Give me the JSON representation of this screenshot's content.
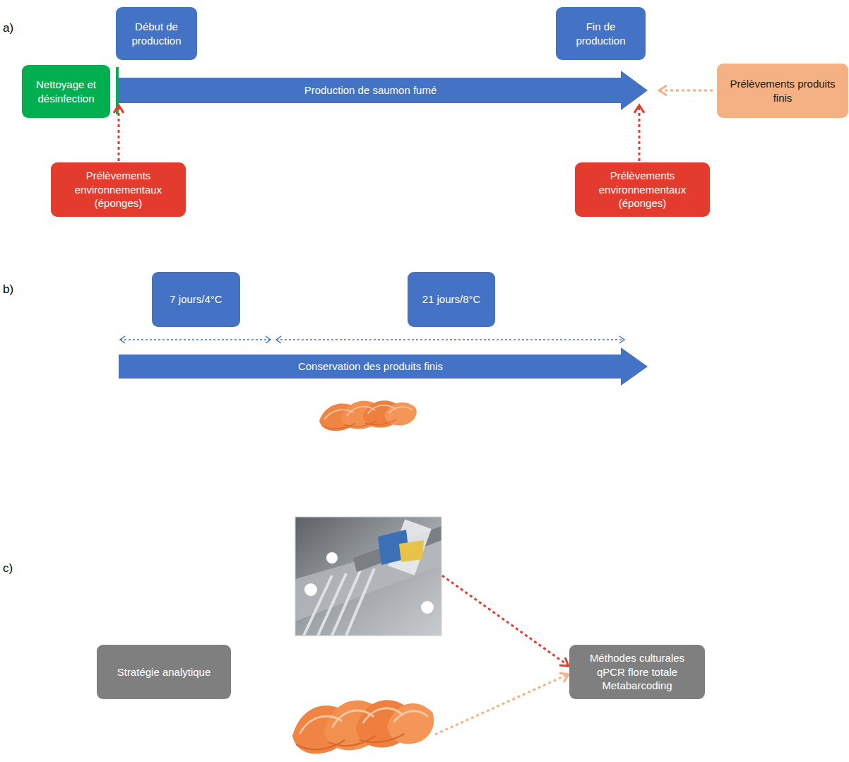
{
  "diagram": {
    "nodes": [
      {
        "text": [
          "Début de production"
        ]
      },
      {
        "text": [
          "Fin de production"
        ]
      },
      {
        "text": [
          "Nettoyage et désinfection"
        ]
      },
      {
        "text": [
          "Production de saumon fumé"
        ]
      },
      {
        "text": [
          "Prélèvements produits finis"
        ]
      },
      {
        "text": [
          "Prélèvements environnementaux (éponges)"
        ]
      },
      {
        "text": [
          "Prélèvements environnementaux (éponges)"
        ]
      },
      {
        "text": [
          "7 jours/4°C"
        ]
      },
      {
        "text": [
          "21 jours/8°C"
        ]
      },
      {
        "text": [
          "Conservation des produits finis"
        ]
      },
      {
        "text": [
          "Stratégie analytique"
        ]
      },
      {
        "text": [
          "Méthodes culturales qPCR flore totale Metabarcoding"
        ]
      }
    ],
    "edges": [
      {
        "from": 5,
        "to": 3,
        "arrow": "to"
      },
      {
        "from": 6,
        "to": 3,
        "arrow": "to"
      },
      {
        "from": 4,
        "to": 3,
        "arrow": "to"
      }
    ],
    "labels": [
      "a)",
      "b)",
      "c)"
    ]
  }
}
